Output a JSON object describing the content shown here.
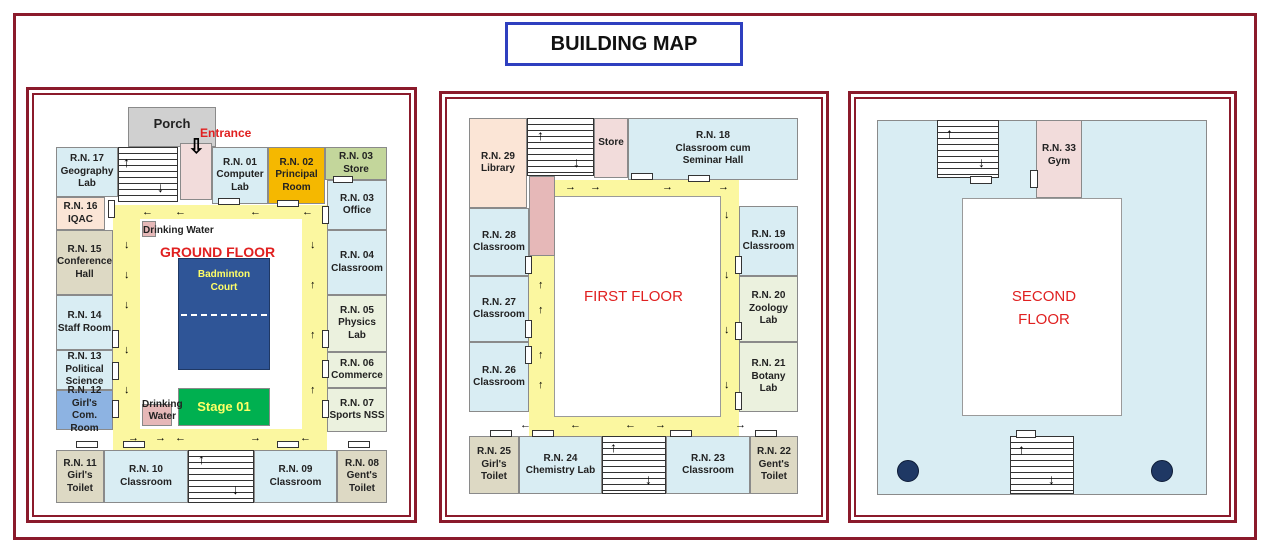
{
  "title": "BUILDING MAP",
  "ground_floor": {
    "label": "GROUND FLOOR",
    "porch": "Porch",
    "entrance": "Entrance",
    "drinking_water_top": "Drinking Water",
    "drinking_water_bottom": "Drinking\nWater",
    "badminton_court": "Badminton\nCourt",
    "stage": "Stage 01",
    "rooms": {
      "rn17": "R.N. 17\nGeography\nLab",
      "rn16": "R.N. 16\nIQAC",
      "rn15": "R.N. 15\nConference\nHall",
      "rn14": "R.N. 14\nStaff Room",
      "rn13": "R.N. 13\nPolitical\nScience",
      "rn12": "R.N. 12\nGirl's\nCom. Room",
      "rn11": "R.N. 11\nGirl's\nToilet",
      "rn10": "R.N. 10\nClassroom",
      "rn09": "R.N. 09\nClassroom",
      "rn08": "R.N. 08\nGent's\nToilet",
      "rn07": "R.N. 07\nSports NSS",
      "rn06": "R.N. 06\nCommerce",
      "rn05": "R.N. 05\nPhysics\nLab",
      "rn04": "R.N. 04\nClassroom",
      "rn03_office": "R.N. 03\nOffice",
      "rn03_store": "R.N. 03\nStore",
      "rn02": "R.N. 02\nPrincipal\nRoom",
      "rn01": "R.N. 01\nComputer\nLab"
    }
  },
  "first_floor": {
    "label": "FIRST FLOOR",
    "store": "Store",
    "rooms": {
      "rn29": "R.N. 29\nLibrary",
      "rn28": "R.N. 28\nClassroom",
      "rn27": "R.N. 27\nClassroom",
      "rn26": "R.N. 26\nClassroom",
      "rn25": "R.N. 25\nGirl's\nToilet",
      "rn24": "R.N. 24\nChemistry Lab",
      "rn23": "R.N. 23\nClassroom",
      "rn22": "R.N. 22\nGent's\nToilet",
      "rn21": "R.N. 21\nBotany\nLab",
      "rn20": "R.N. 20\nZoology\nLab",
      "rn19": "R.N. 19\nClassroom",
      "rn18": "R.N. 18\nClassroom cum\nSeminar Hall"
    }
  },
  "second_floor": {
    "label": "SECOND\nFLOOR",
    "rooms": {
      "rn33": "R.N. 33\nGym"
    }
  },
  "colors": {
    "frame": "#8b1a2b",
    "title_border": "#2e3fbf",
    "corridor": "#fbf7a0",
    "classroom": "#d9edf3",
    "toilet": "#ddd9c4",
    "principal": "#f5b800",
    "badminton": "#2f5597",
    "stage": "#00b050",
    "floor_label": "#e02020"
  }
}
